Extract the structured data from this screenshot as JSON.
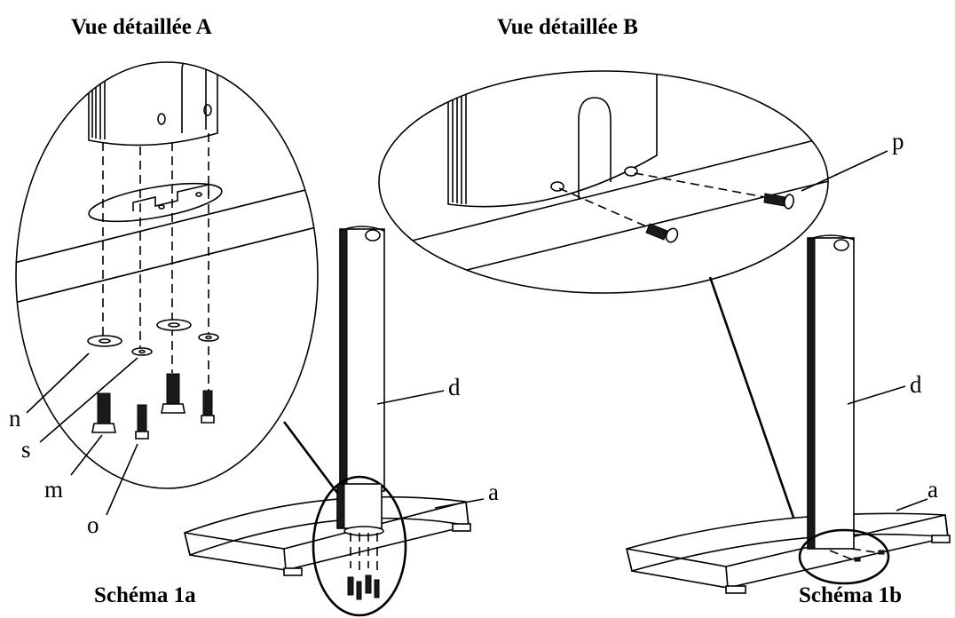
{
  "titles": {
    "detail_a": "Vue détaillée A",
    "detail_b": "Vue détaillée B",
    "schema_1a": "Schéma 1a",
    "schema_1b": "Schéma 1b"
  },
  "labels": {
    "n": "n",
    "s": "s",
    "m": "m",
    "o": "o",
    "d_left": "d",
    "a_left": "a",
    "p": "p",
    "d_right": "d",
    "a_right": "a"
  }
}
